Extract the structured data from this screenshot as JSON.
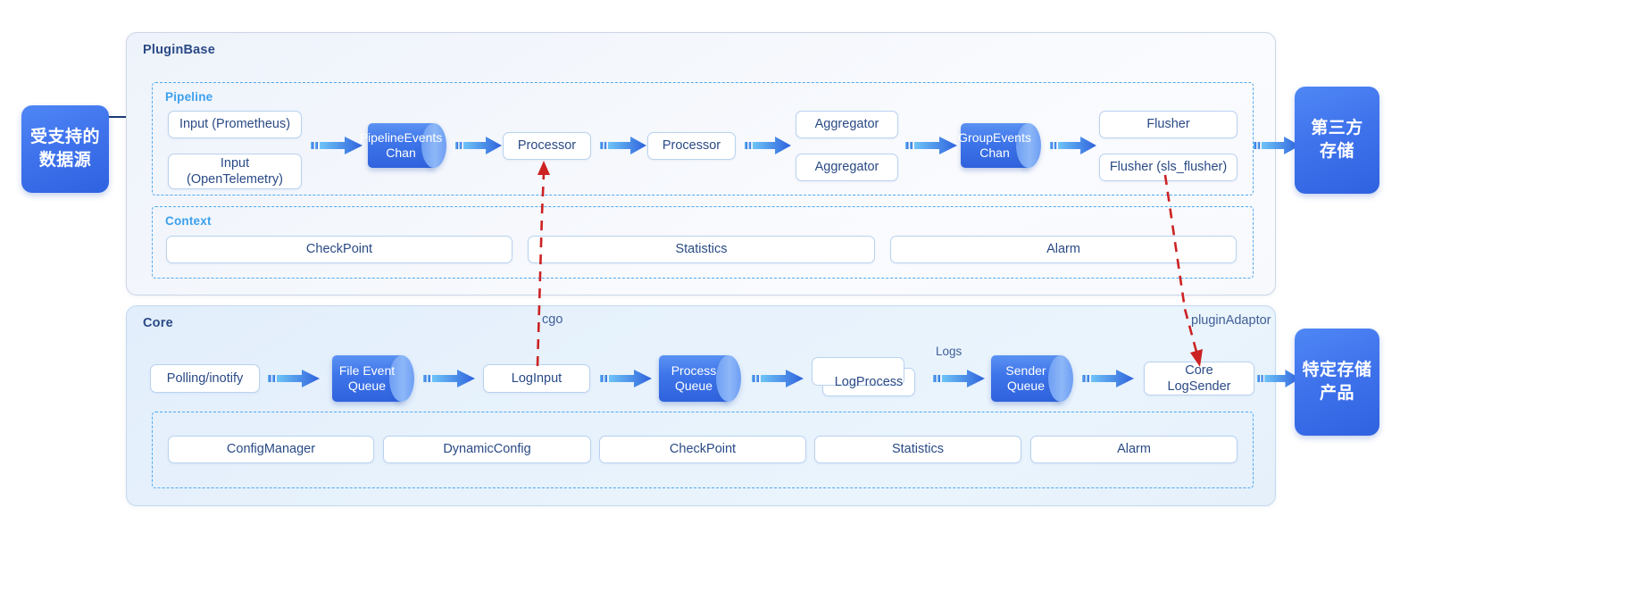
{
  "colors": {
    "accent_blue": "#3f76ea",
    "panel_title": "#2b4a86",
    "subpanel_title": "#3ba0ee",
    "node_text": "#2a4a86",
    "red_dashed": "#cc2222",
    "core_bg": "#e7f2fc",
    "plugin_bg": "#f4f7fc"
  },
  "source_box": {
    "label": "受支持的\n数据源",
    "line1": "受支持的",
    "line2": "数据源"
  },
  "sinks": {
    "third_party": {
      "line1": "第三方",
      "line2": "存储"
    },
    "specific": {
      "line1": "特定存储",
      "line2": "产品"
    }
  },
  "plugin_base": {
    "title": "PluginBase",
    "pipeline": {
      "title": "Pipeline",
      "inputs": [
        {
          "label": "Input (Prometheus)"
        },
        {
          "label": "Input\n(OpenTelemetry)",
          "line1": "Input",
          "line2": "(OpenTelemetry)"
        }
      ],
      "pipeline_events_chan": {
        "line1": "PipelineEvents",
        "line2": "Chan"
      },
      "processors": [
        "Processor",
        "Processor"
      ],
      "aggregators": [
        "Aggregator",
        "Aggregator"
      ],
      "group_events_chan": {
        "line1": "GroupEvents",
        "line2": "Chan"
      },
      "flushers": [
        "Flusher",
        "Flusher (sls_flusher)"
      ]
    },
    "context": {
      "title": "Context",
      "items": [
        "CheckPoint",
        "Statistics",
        "Alarm"
      ]
    }
  },
  "core": {
    "title": "Core",
    "flow": {
      "polling": "Polling/inotify",
      "file_event_queue": {
        "line1": "File Event",
        "line2": "Queue"
      },
      "log_input": "LogInput",
      "process_queue": {
        "line1": "Process",
        "line2": "Queue"
      },
      "log_process": "LogProcess",
      "sender_queue": {
        "line1": "Sender",
        "line2": "Queue"
      },
      "core_log_sender": {
        "line1": "Core",
        "line2": "LogSender"
      }
    },
    "services": [
      "ConfigManager",
      "DynamicConfig",
      "CheckPoint",
      "Statistics",
      "Alarm"
    ]
  },
  "edge_labels": {
    "cgo": "cgo",
    "plugin_adaptor": "pluginAdaptor",
    "logs": "Logs"
  }
}
